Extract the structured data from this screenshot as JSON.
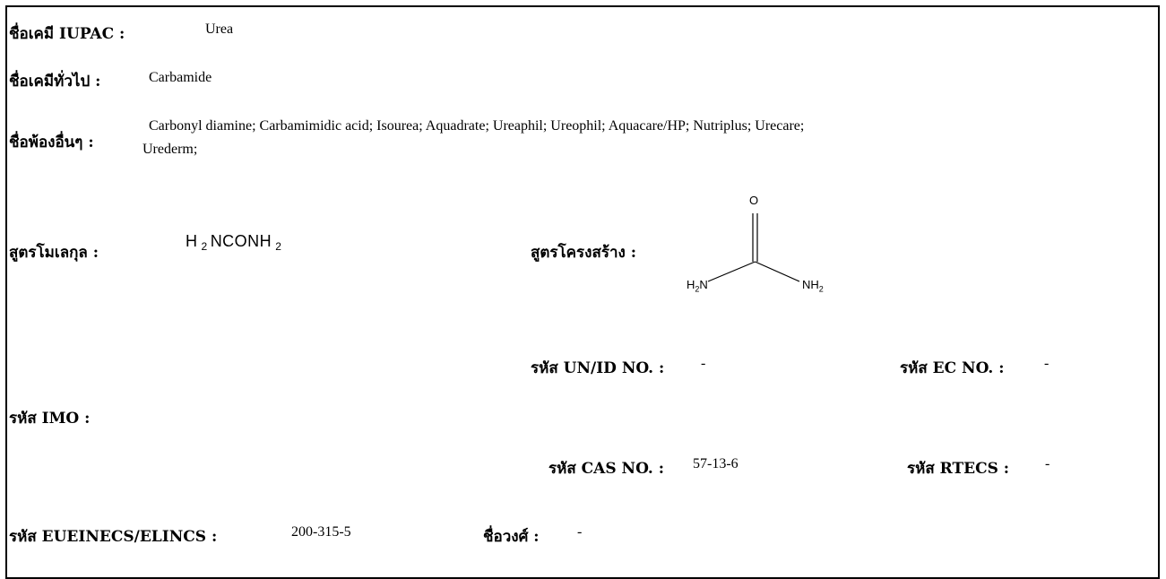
{
  "fields": {
    "iupac": {
      "label": "ชื่อเคมี IUPAC :",
      "value": "Urea"
    },
    "common": {
      "label": "ชื่อเคมีทั่วไป :",
      "value": "Carbamide"
    },
    "synonyms": {
      "label": "ชื่อพ้องอื่นๆ :",
      "line1": "Carbonyl diamine; Carbamimidic acid; Isourea; Aquadrate; Ureaphil; Ureophil; Aquacare/HP; Nutriplus; Urecare;",
      "line2": "Urederm;"
    },
    "molecular_formula": {
      "label": "สูตรโมเลกุล :",
      "part1": "H",
      "sub1": "2",
      "part2": "NCONH",
      "sub2": "2"
    },
    "structural_formula": {
      "label": "สูตรโครงสร้าง :",
      "o": "O",
      "left_n": "H",
      "left_sub": "2",
      "left_tail": "N",
      "right_n": "NH",
      "right_sub": "2"
    },
    "un_id": {
      "label": "รหัส UN/ID NO. :",
      "value": "-"
    },
    "ec": {
      "label": "รหัส EC NO. :",
      "value": "-"
    },
    "imo": {
      "label": "รหัส IMO :",
      "value": ""
    },
    "cas": {
      "label": "รหัส CAS NO. :",
      "value": "57-13-6"
    },
    "rtecs": {
      "label": "รหัส RTECS :",
      "value": "-"
    },
    "eueinecs": {
      "label": "รหัส EUEINECS/ELINCS :",
      "value": "200-315-5"
    },
    "group": {
      "label": "ชื่อวงศ์ :",
      "value": "-"
    }
  }
}
